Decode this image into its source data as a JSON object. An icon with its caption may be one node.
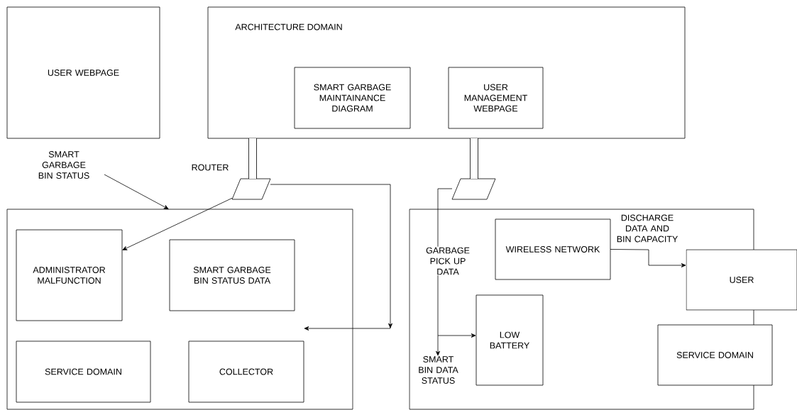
{
  "diagram": {
    "nodes": [
      {
        "text": [
          "USER WEBPAGE"
        ]
      },
      {
        "text": [
          "ARCHITECTURE DOMAIN"
        ]
      },
      {
        "text": [
          "SMART GARBAGE MAINTAINANCE DIAGRAM"
        ],
        "in": 1
      },
      {
        "text": [
          "USER MANAGEMENT WEBPAGE"
        ],
        "in": 1
      },
      {
        "text": [],
        "shape": "parallelogram",
        "beside": [
          "ROUTER"
        ]
      },
      {
        "text": [],
        "shape": "parallelogram"
      },
      {
        "text": [],
        "shape": "box"
      },
      {
        "text": [
          "ADMINISTRATOR MALFUNCTION"
        ],
        "in": 6
      },
      {
        "text": [
          "SMART GARBAGE BIN STATUS DATA"
        ],
        "in": 6
      },
      {
        "text": [
          "SERVICE DOMAIN"
        ],
        "in": 6
      },
      {
        "text": [
          "COLLECTOR"
        ],
        "in": 6
      },
      {
        "text": [],
        "shape": "box"
      },
      {
        "text": [
          "WIRELESS NETWORK"
        ],
        "in": 11
      },
      {
        "text": [
          "LOW BATTERY"
        ],
        "in": 11
      },
      {
        "text": [
          "USER"
        ]
      },
      {
        "text": [
          "SERVICE DOMAIN"
        ]
      },
      {
        "text": [
          "SMART GARBAGE BIN STATUS"
        ]
      },
      {
        "text": [
          "SMART BIN DATA STATUS"
        ],
        "in": 11
      }
    ],
    "edges": [
      {
        "from": 1,
        "to": 4,
        "arrow": "none",
        "style": "thick"
      },
      {
        "from": 1,
        "to": 5,
        "arrow": "none",
        "style": "thick"
      },
      {
        "from": 4,
        "to": 7,
        "arrow": "to"
      },
      {
        "from": 4,
        "to": 10,
        "arrow": "to"
      },
      {
        "from": 16,
        "to": 6,
        "arrow": "to"
      },
      {
        "from": 5,
        "to": 17,
        "arrow": "to",
        "label": "GARBAGE PICK UP DATA"
      },
      {
        "from": 17,
        "to": 13,
        "arrow": "to"
      },
      {
        "from": 12,
        "to": 14,
        "arrow": "to",
        "label": "DISCHARGE DATA AND BIN CAPACITY"
      }
    ]
  }
}
